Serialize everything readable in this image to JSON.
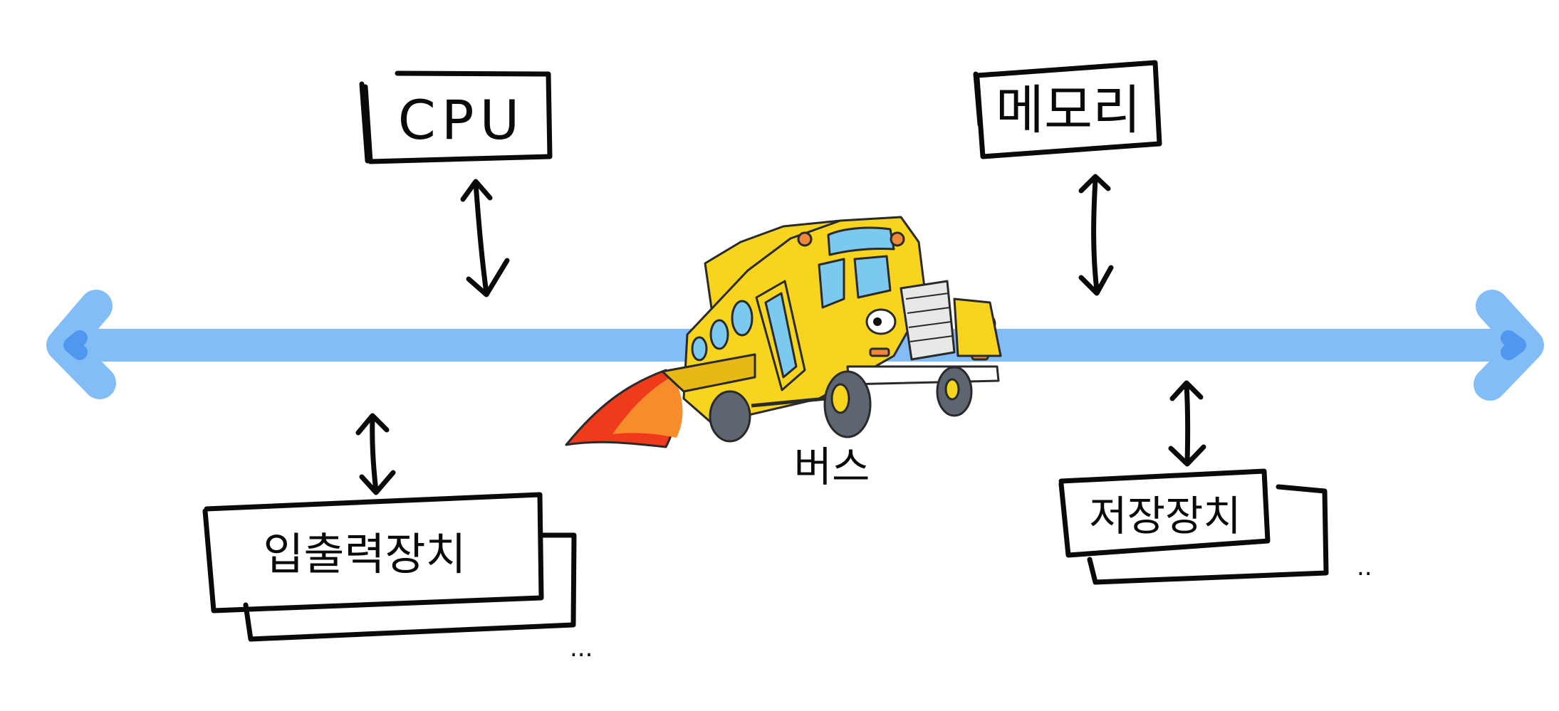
{
  "nodes": {
    "cpu": "CPU",
    "memory": "메모리",
    "io_device": "입출력장치",
    "storage": "저장장치"
  },
  "bus": {
    "label": "버스"
  },
  "ellipsis": {
    "io": "...",
    "storage": ".."
  },
  "colors": {
    "bus_line": "#82bdf7",
    "bus_arrow_head": "#5aa2f2",
    "ink": "#0a0a0a",
    "bus_body": "#f7d51e",
    "flame_outer": "#ef3a1c",
    "flame_inner": "#f78d2a"
  },
  "icons": {
    "bus_mascot": "school-bus-icon"
  }
}
